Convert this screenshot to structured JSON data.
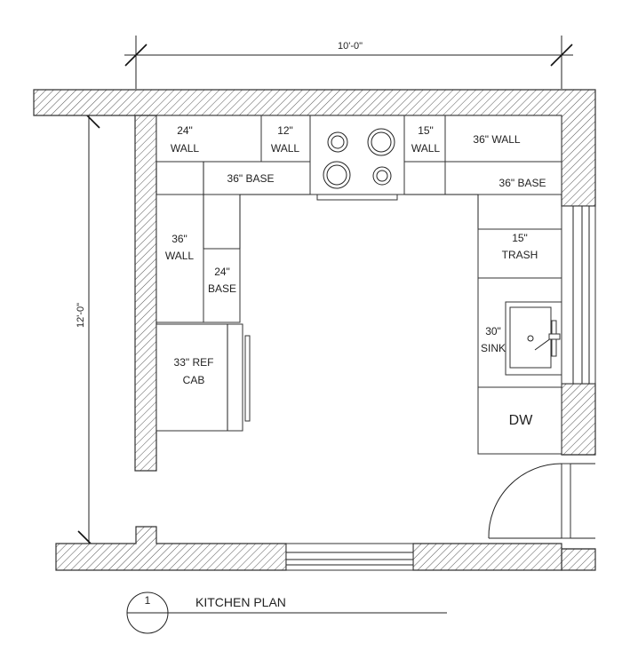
{
  "plan": {
    "title": "KITCHEN PLAN",
    "detail_number": "1",
    "dimensions": {
      "width": "10'-0\"",
      "length": "12'-0\""
    }
  },
  "cabinets": {
    "wall_24": [
      "24\"",
      "WALL"
    ],
    "wall_12": [
      "12\"",
      "WALL"
    ],
    "wall_15": [
      "15\"",
      "WALL"
    ],
    "wall_36_top": "36\" WALL",
    "base_36_left": "36\" BASE",
    "base_36_right": "36\" BASE",
    "wall_36_left": [
      "36\"",
      "WALL"
    ],
    "base_24": [
      "24\"",
      "BASE"
    ],
    "ref_cab": [
      "33\" REF",
      "CAB"
    ],
    "trash_15": [
      "15\"",
      "TRASH"
    ],
    "sink_30": [
      "30\"",
      "SINK"
    ],
    "dishwasher": "DW"
  }
}
